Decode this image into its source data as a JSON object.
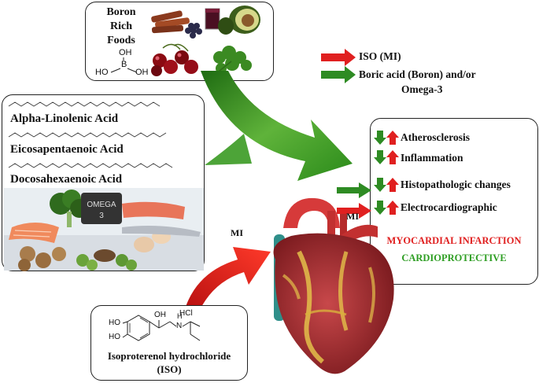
{
  "boron_box": {
    "title_line1": "Boron",
    "title_line2": "Rich",
    "title_line3": "Foods",
    "structure_oh_top": "OH",
    "structure_b": "B",
    "structure_ho_left": "HO",
    "structure_oh_right": "OH"
  },
  "legend": {
    "iso_label": "ISO (MI)",
    "boric_label_line1": "Boric acid (Boron) and/or",
    "boric_label_line2": "Omega-3",
    "colors": {
      "red": "#e02020",
      "green": "#2e8b23"
    }
  },
  "omega_box": {
    "acids": [
      "Alpha-Linolenic Acid",
      "Eicosapentaenoic Acid",
      "Docosahexaenoic Acid"
    ],
    "sign_line1": "OMEGA",
    "sign_line2": "3"
  },
  "effects_box": {
    "items": [
      "Atherosclerosis",
      "Inflammation",
      "Histopathologic changes",
      "Electrocardiographic"
    ],
    "mi_outcome": "MYOCARDIAL INFARCTION",
    "cp_outcome": "CARDIOPROTECTIVE",
    "mi_color": "#e02020",
    "cp_color": "#2e9e23"
  },
  "labels": {
    "mi_arrow": "MI",
    "mi_side": "MI"
  },
  "iso_box": {
    "hcl": "HCl",
    "oh_top": "OH",
    "nh": "N",
    "nh_h": "H",
    "ho_1": "HO",
    "ho_2": "HO",
    "name_line1": "Isoproterenol hydrochloride",
    "name_line2": "(ISO)"
  }
}
